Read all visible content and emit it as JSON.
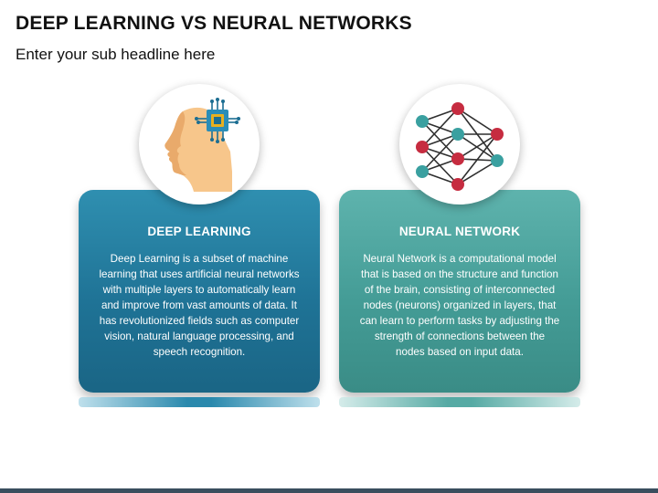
{
  "header": {
    "title": "DEEP LEARNING VS NEURAL NETWORKS",
    "subtitle": "Enter your sub headline here"
  },
  "cards": [
    {
      "heading": "DEEP LEARNING",
      "body": "Deep Learning is a subset of machine learning that uses artificial neural networks with multiple layers to automatically learn and improve from vast amounts of data. It has revolutionized fields such as computer vision, natural language processing, and speech recognition.",
      "icon": "head-with-chip-icon",
      "color": "#1f7396"
    },
    {
      "heading": "NEURAL NETWORK",
      "body": "Neural Network is a computational model that is based on the structure and function of the brain, consisting of interconnected nodes (neurons) organized in layers, that can learn to perform tasks by adjusting the strength of connections between the nodes based on input data.",
      "icon": "neural-network-icon",
      "color": "#449c96"
    }
  ]
}
